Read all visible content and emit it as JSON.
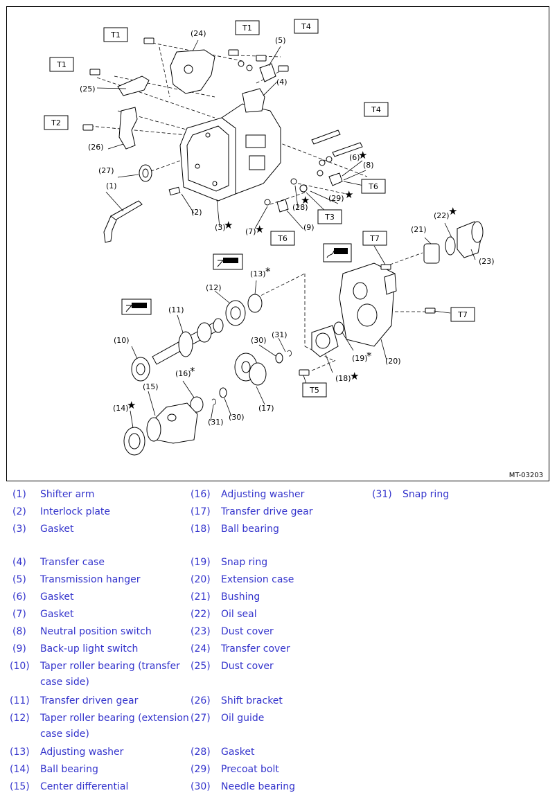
{
  "figure_code": "MT-03203",
  "torque_labels": {
    "t1": "T1",
    "t2": "T2",
    "t3": "T3",
    "t4": "T4",
    "t5": "T5",
    "t6": "T6",
    "t7": "T7"
  },
  "symbols": {
    "star": "★",
    "asterisk": "*"
  },
  "callouts": {
    "c1": "(1)",
    "c2": "(2)",
    "c3": "(3)",
    "c4": "(4)",
    "c5": "(5)",
    "c6": "(6)",
    "c7": "(7)",
    "c8": "(8)",
    "c9": "(9)",
    "c10": "(10)",
    "c11": "(11)",
    "c12": "(12)",
    "c13": "(13)",
    "c14": "(14)",
    "c15": "(15)",
    "c16": "(16)",
    "c17": "(17)",
    "c18": "(18)",
    "c19": "(19)",
    "c20": "(20)",
    "c21": "(21)",
    "c22": "(22)",
    "c23": "(23)",
    "c24": "(24)",
    "c25": "(25)",
    "c26": "(26)",
    "c27": "(27)",
    "c28": "(28)",
    "c29": "(29)",
    "c30": "(30)",
    "c31": "(31)"
  },
  "legend": [
    {
      "num": "(1)",
      "name": "Shifter arm"
    },
    {
      "num": "(2)",
      "name": "Interlock plate"
    },
    {
      "num": "(3)",
      "name": "Gasket"
    },
    {
      "num": "(4)",
      "name": "Transfer case"
    },
    {
      "num": "(5)",
      "name": "Transmission hanger"
    },
    {
      "num": "(6)",
      "name": "Gasket"
    },
    {
      "num": "(7)",
      "name": "Gasket"
    },
    {
      "num": "(8)",
      "name": "Neutral position switch"
    },
    {
      "num": "(9)",
      "name": "Back-up light switch"
    },
    {
      "num": "(10)",
      "name": "Taper roller bearing (transfer case side)"
    },
    {
      "num": "(11)",
      "name": "Transfer driven gear"
    },
    {
      "num": "(12)",
      "name": "Taper roller bearing (extension case side)"
    },
    {
      "num": "(13)",
      "name": "Adjusting washer"
    },
    {
      "num": "(14)",
      "name": "Ball bearing"
    },
    {
      "num": "(15)",
      "name": "Center differential"
    },
    {
      "num": "(16)",
      "name": "Adjusting washer"
    },
    {
      "num": "(17)",
      "name": "Transfer drive gear"
    },
    {
      "num": "(18)",
      "name": "Ball bearing"
    },
    {
      "num": "(19)",
      "name": "Snap ring"
    },
    {
      "num": "(20)",
      "name": "Extension case"
    },
    {
      "num": "(21)",
      "name": "Bushing"
    },
    {
      "num": "(22)",
      "name": "Oil seal"
    },
    {
      "num": "(23)",
      "name": "Dust cover"
    },
    {
      "num": "(24)",
      "name": "Transfer cover"
    },
    {
      "num": "(25)",
      "name": "Dust cover"
    },
    {
      "num": "(26)",
      "name": "Shift bracket"
    },
    {
      "num": "(27)",
      "name": "Oil guide"
    },
    {
      "num": "(28)",
      "name": "Gasket"
    },
    {
      "num": "(29)",
      "name": "Precoat bolt"
    },
    {
      "num": "(30)",
      "name": "Needle bearing"
    },
    {
      "num": "(31)",
      "name": "Snap ring"
    }
  ]
}
